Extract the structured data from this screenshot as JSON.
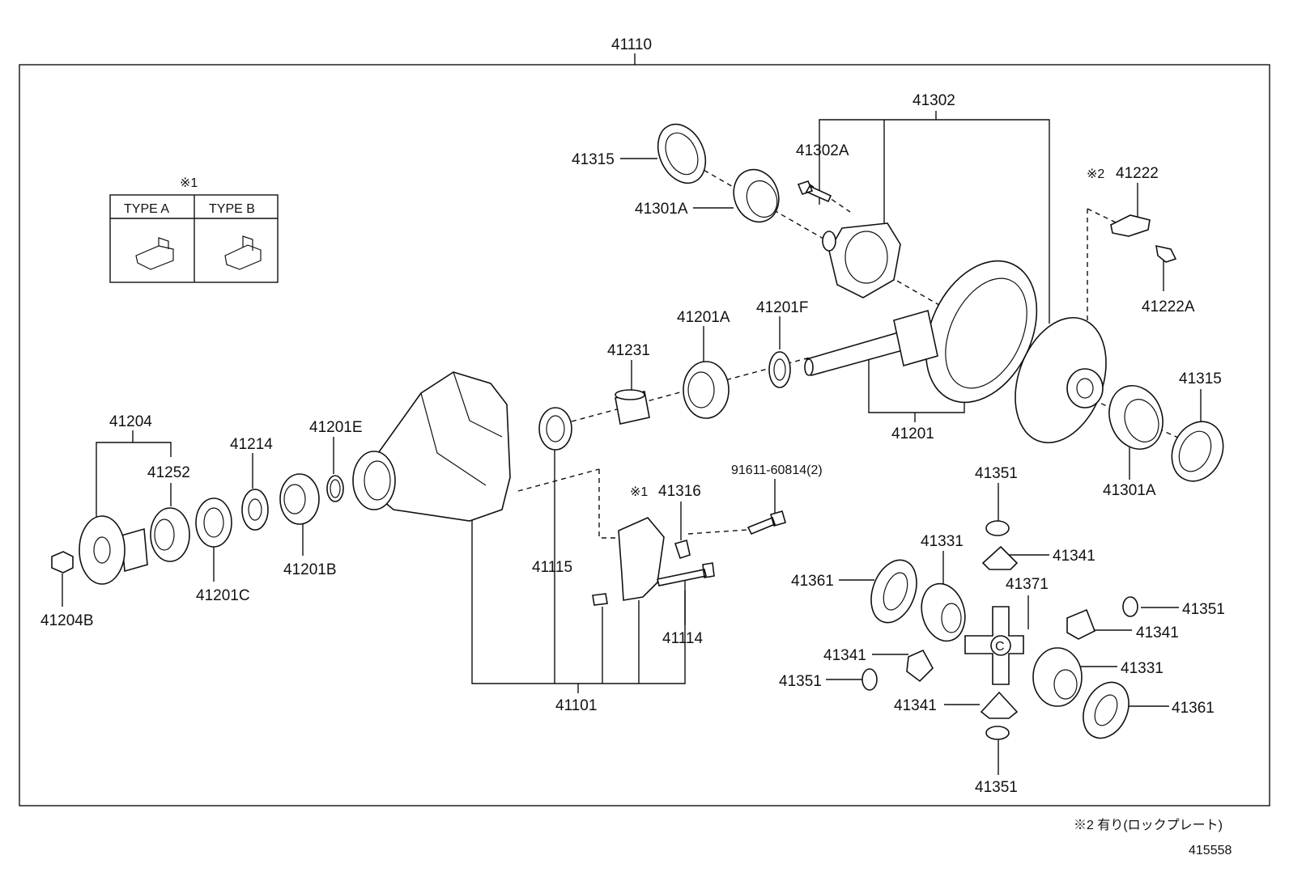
{
  "diagram": {
    "assembly_number": "41110",
    "legend": {
      "marker": "※1",
      "type_a": "TYPE A",
      "type_b": "TYPE B"
    },
    "footnote": "※2 有り(ロックプレート)",
    "illustration_number": "415558",
    "marker_1": "※1",
    "marker_2": "※2",
    "labels": {
      "p41302": "41302",
      "p41315_top": "41315",
      "p41302A": "41302A",
      "p41222": "41222",
      "p41301A_top": "41301A",
      "p41222A": "41222A",
      "p41201A": "41201A",
      "p41201F": "41201F",
      "p41231": "41231",
      "p41315_right": "41315",
      "p41201": "41201",
      "p41204": "41204",
      "p41214": "41214",
      "p41201E": "41201E",
      "p41252": "41252",
      "bolt": "91611-60814(2)",
      "p41316": "41316",
      "p41351_a": "41351",
      "p41301A_right": "41301A",
      "p41331_a": "41331",
      "p41341_a": "41341",
      "p41361_a": "41361",
      "p41371": "41371",
      "p41115": "41115",
      "p41201B": "41201B",
      "p41201C": "41201C",
      "p41351_b": "41351",
      "p41204B": "41204B",
      "p41341_b": "41341",
      "p41114": "41114",
      "p41341_c": "41341",
      "p41331_b": "41331",
      "p41351_c": "41351",
      "p41101": "41101",
      "p41341_d": "41341",
      "p41361_b": "41361",
      "p41351_d": "41351"
    }
  }
}
